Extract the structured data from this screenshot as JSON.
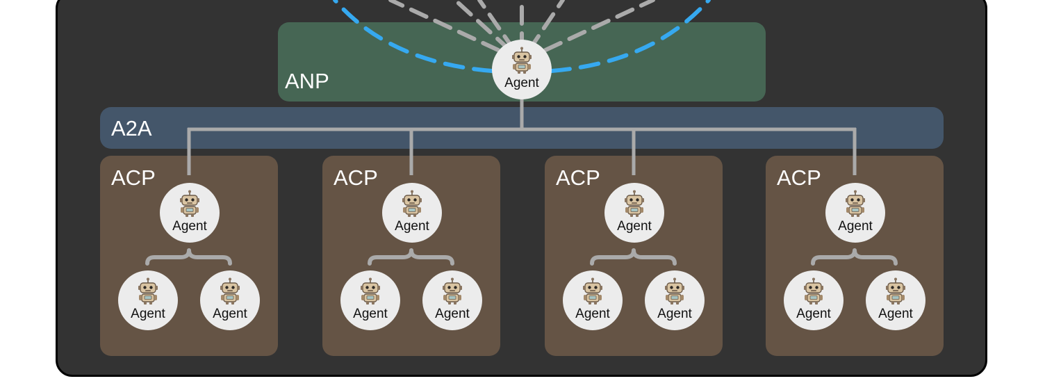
{
  "colors": {
    "frame_bg": "#333333",
    "frame_border": "#000000",
    "anp_band": "#466654",
    "a2a_band": "#44566A",
    "acp_box": "#655445",
    "connector_gray": "#AAAAAA",
    "connector_blue": "#36A9F0",
    "agent_bg": "#ECECEC"
  },
  "layers": {
    "anp": {
      "label": "ANP"
    },
    "a2a": {
      "label": "A2A"
    },
    "acp": [
      {
        "label": "ACP",
        "leader": "Agent",
        "workers": [
          "Agent",
          "Agent"
        ]
      },
      {
        "label": "ACP",
        "leader": "Agent",
        "workers": [
          "Agent",
          "Agent"
        ]
      },
      {
        "label": "ACP",
        "leader": "Agent",
        "workers": [
          "Agent",
          "Agent"
        ]
      },
      {
        "label": "ACP",
        "leader": "Agent",
        "workers": [
          "Agent",
          "Agent"
        ]
      }
    ]
  },
  "hub_agent": {
    "label": "Agent",
    "icon": "robot-icon"
  },
  "connectors": {
    "internet_links": "dashed",
    "outer_links_color": "blue",
    "inner_links_color": "gray"
  }
}
